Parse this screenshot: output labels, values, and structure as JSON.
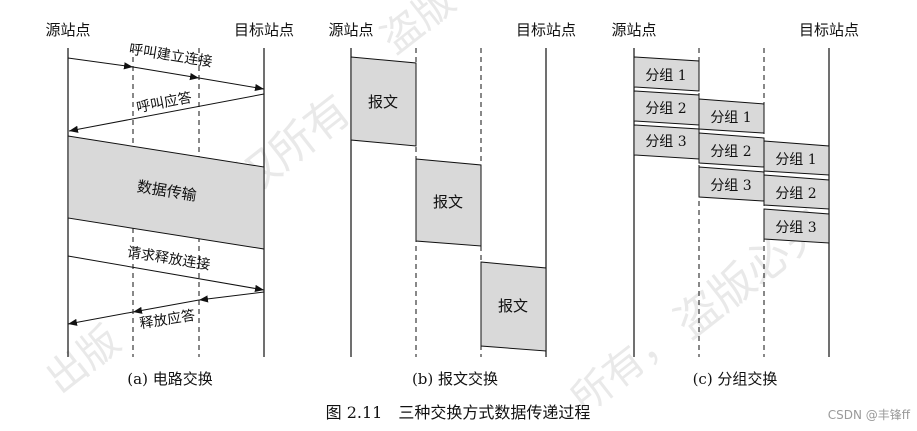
{
  "diagram": {
    "caption": "图 2.11　三种交换方式数据传递过程",
    "credit": "CSDN @丰锋ff",
    "watermark": [
      "出版",
      "版权所有",
      "盗版",
      "盗版必究",
      "所有，"
    ],
    "panel_a": {
      "source": "源站点",
      "target": "目标站点",
      "caption": "(a) 电路交换",
      "call_request": "呼叫建立连接",
      "call_answer": "呼叫应答",
      "data_transfer": "数据传输",
      "release_request": "请求释放连接",
      "release_answer": "释放应答"
    },
    "panel_b": {
      "source": "源站点",
      "target": "目标站点",
      "caption": "(b) 报文交换",
      "message": "报文"
    },
    "panel_c": {
      "source": "源站点",
      "target": "目标站点",
      "caption": "(c) 分组交换",
      "packets": [
        "分组 1",
        "分组 2",
        "分组 3"
      ]
    }
  }
}
